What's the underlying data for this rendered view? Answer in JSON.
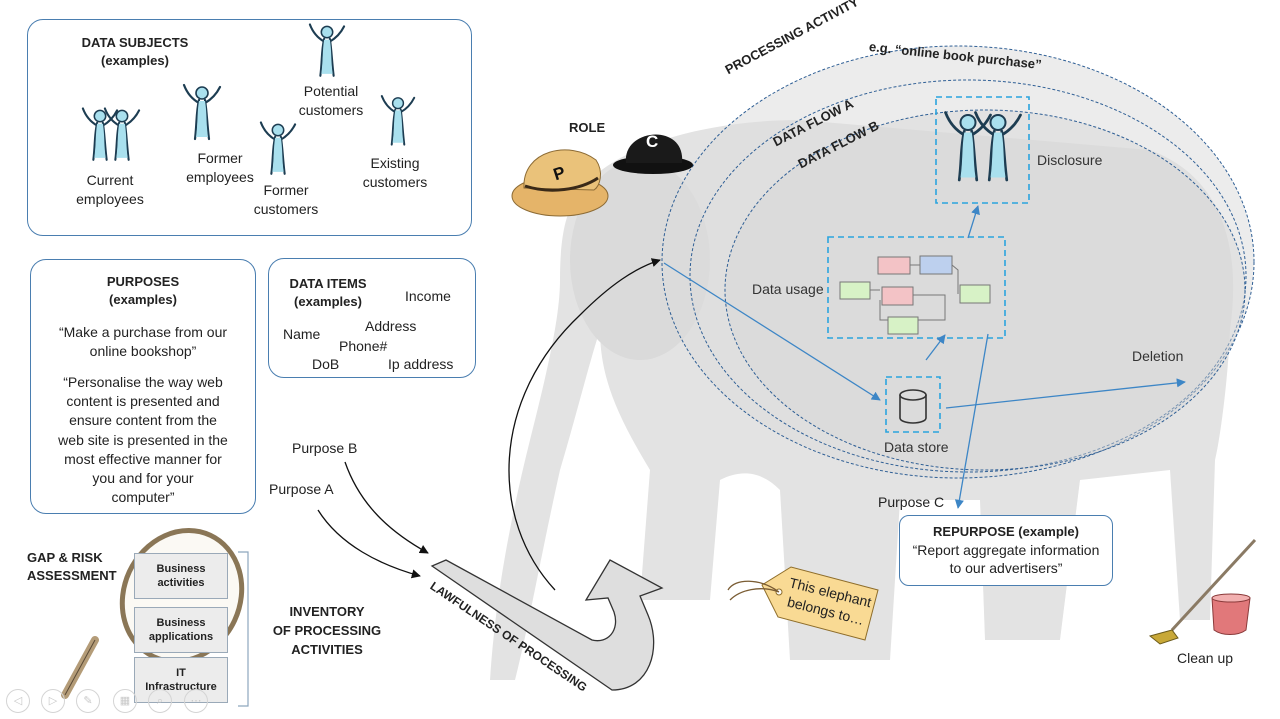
{
  "data_subjects": {
    "title": "DATA SUBJECTS",
    "subtitle": "(examples)",
    "items": [
      {
        "label_1": "Current",
        "label_2": "employees"
      },
      {
        "label_1": "Former",
        "label_2": "employees"
      },
      {
        "label_1": "Former",
        "label_2": "customers"
      },
      {
        "label_1": "Potential",
        "label_2": "customers"
      },
      {
        "label_1": "Existing",
        "label_2": "customers"
      }
    ]
  },
  "purposes": {
    "title": "PURPOSES",
    "subtitle": "(examples)",
    "quote_1": [
      "“Make a purchase from our",
      "online bookshop”"
    ],
    "quote_2": [
      "“Personalise the way  web",
      "content is presented and",
      "ensure content from the",
      "web site is presented in the",
      "most effective manner for",
      "you and for your",
      "computer”"
    ]
  },
  "data_items": {
    "title": "DATA ITEMS",
    "subtitle": "(examples)",
    "income": "Income",
    "address": "Address",
    "name": "Name",
    "phone": "Phone#",
    "dob": "DoB",
    "ip": "Ip address"
  },
  "role": {
    "label": "ROLE",
    "p_letter": "P",
    "c_letter": "C"
  },
  "processing": {
    "activity_label": "PROCESSING ACTIVITY",
    "activity_example": "e.g. “online book purchase”",
    "flow_a": "DATA FLOW A",
    "flow_b": "DATA FLOW B",
    "disclosure": "Disclosure",
    "data_usage": "Data usage",
    "data_store": "Data store",
    "deletion": "Deletion"
  },
  "lawfulness": {
    "purpose_a": "Purpose A",
    "purpose_b": "Purpose B",
    "label": "LAWFULNESS OF PROCESSING"
  },
  "repurpose": {
    "purpose_c": "Purpose C",
    "title": "REPURPOSE (example)",
    "line_1": "“Report aggregate information",
    "line_2": "to our advertisers”"
  },
  "gap": {
    "title_1": "GAP & RISK",
    "title_2": "ASSESSMENT"
  },
  "inventory": {
    "box_1": [
      "Business",
      "activities"
    ],
    "box_2": [
      "Business",
      "applications"
    ],
    "box_3": [
      "IT",
      "Infrastructure"
    ],
    "label": [
      "INVENTORY",
      "OF PROCESSING",
      "ACTIVITIES"
    ]
  },
  "tag": {
    "line_1": "This elephant",
    "line_2": "belongs to…"
  },
  "cleanup": {
    "label": "Clean up"
  },
  "colors": {
    "box_border": "#4a7eb0",
    "arrow_blue": "#3d86c6",
    "dashed_blue": "#2aa4de",
    "figure_fill": "#a9e0ee",
    "elephant": "#e3e3e3"
  }
}
